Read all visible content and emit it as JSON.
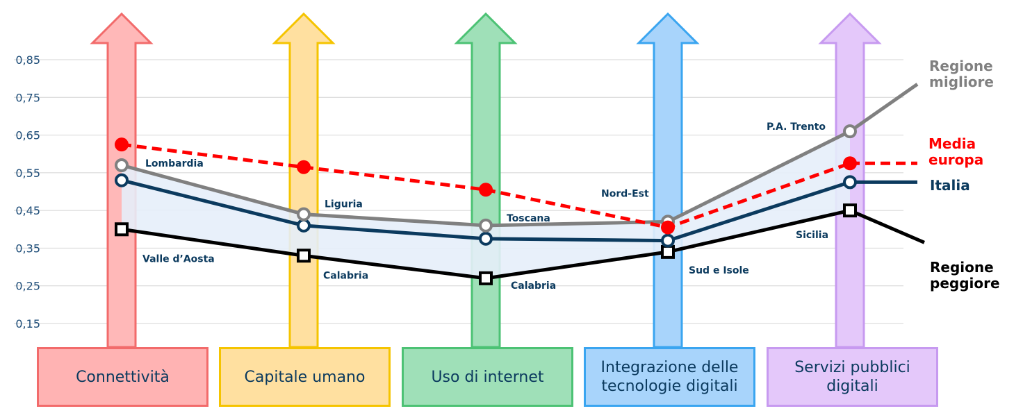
{
  "chart_data": {
    "type": "line",
    "categories": [
      "Connettività",
      "Capitale umano",
      "Uso di internet",
      "Integrazione delle\ntecnologie digitali",
      "Servizi pubblici\ndigitali"
    ],
    "category_colors": [
      {
        "fill": "#ffb8b8",
        "stroke": "#f26b6b",
        "box": "#ffb3b3"
      },
      {
        "fill": "#ffe0a0",
        "stroke": "#f5c400",
        "box": "#ffe0a0"
      },
      {
        "fill": "#9fe0b8",
        "stroke": "#4cc274",
        "box": "#9fe0b8"
      },
      {
        "fill": "#a8d4fb",
        "stroke": "#3aa5f0",
        "box": "#a8d4fb"
      },
      {
        "fill": "#e4c8fa",
        "stroke": "#c79af0",
        "box": "#e4c8fa"
      }
    ],
    "yticks": [
      "0,85",
      "0,75",
      "0,65",
      "0,55",
      "0,45",
      "0,35",
      "0,25",
      "0,15"
    ],
    "ylim": [
      0.1,
      0.85
    ],
    "grid": true,
    "series": [
      {
        "name": "Regione migliore",
        "values": [
          0.57,
          0.44,
          0.41,
          0.42,
          0.66
        ],
        "color": "#808080",
        "style": "solid",
        "marker": "circle-open",
        "point_labels": [
          "Lombardia",
          "Liguria",
          "Toscana",
          "Nord-Est",
          "P.A. Trento"
        ],
        "tail": [
          0.785
        ]
      },
      {
        "name": "Media\neuropa",
        "values": [
          0.625,
          0.565,
          0.505,
          0.405,
          0.575
        ],
        "color": "#ff0000",
        "style": "dashed",
        "marker": "circle-filled",
        "tail": [
          0.575
        ]
      },
      {
        "name": "Italia",
        "values": [
          0.53,
          0.41,
          0.375,
          0.37,
          0.525
        ],
        "color": "#0b3a5e",
        "style": "solid",
        "marker": "circle-open",
        "tail": [
          0.525
        ]
      },
      {
        "name": "Regione\npeggiore",
        "values": [
          0.4,
          0.33,
          0.27,
          0.34,
          0.45
        ],
        "color": "#000000",
        "style": "solid",
        "marker": "square-open",
        "point_labels": [
          "Valle d’Aosta",
          "Calabria",
          "Calabria",
          "Sud e Isole",
          "Sicilia"
        ],
        "tail": [
          0.365
        ]
      }
    ],
    "band_fill": "#e6eefa"
  }
}
